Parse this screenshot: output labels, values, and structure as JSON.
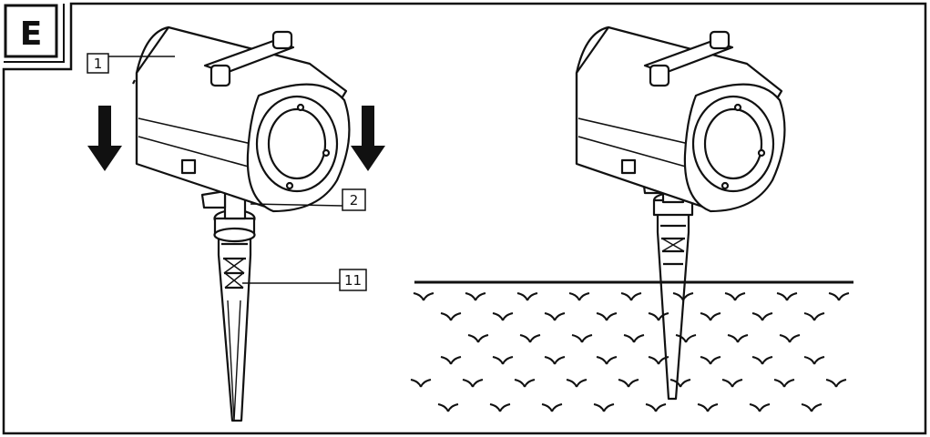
{
  "figure": {
    "section_letter": "E",
    "callouts": [
      "1",
      "2",
      "11"
    ]
  },
  "colors": {
    "ink": "#111111",
    "paper": "#ffffff"
  }
}
